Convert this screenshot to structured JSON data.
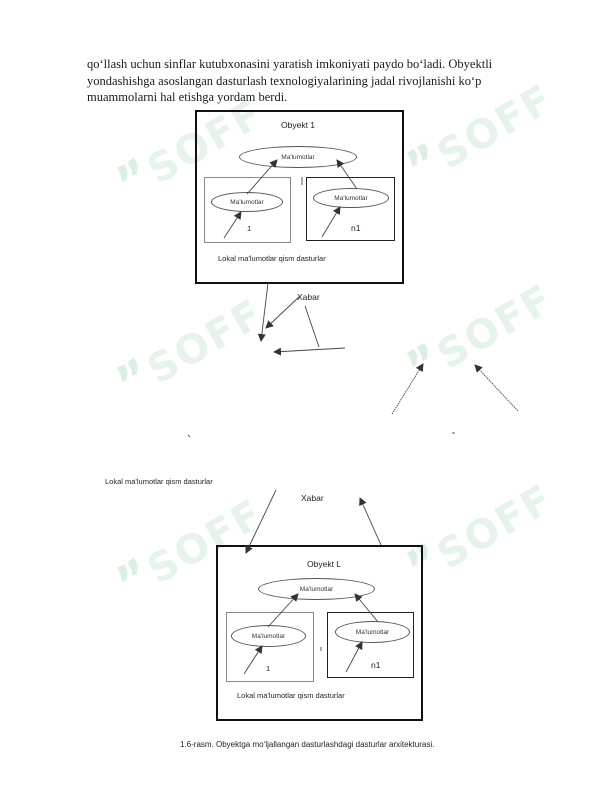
{
  "paragraph": {
    "lines": [
      "qo‘llash uchun sinflar kutubxonasini yaratish imkoniyati paydo bo‘ladi. Obyektli",
      "yondashishga asoslangan dasturlash texnologiyalarining jadal rivojlanishi ko‘p",
      "muammolarni hal etishga yordam berdi."
    ]
  },
  "watermark": "SOFF",
  "figure_top": {
    "object_title": "Obyekt 1",
    "top_oval": "Ma'lumotlar",
    "left_oval": "Ma'lumotlar",
    "right_oval": "Ma'lumotlar",
    "left_index": "1",
    "right_index": "n1",
    "local_label": "Lokal ma'lumotlar qism dasturlar",
    "message_label": "Xabar"
  },
  "figure_bottom": {
    "outside_local_label": "Lokal ma'lumotlar qism dasturlar",
    "message_label": "Xabar",
    "object_title": "Obyekt L",
    "top_oval": "Ma'lumotlar",
    "left_oval": "Ma'lumotlar",
    "right_oval": "Ma'lumotlar",
    "left_index": "1",
    "right_index": "n1",
    "local_label": "Lokal ma'lumotlar qism dasturlar"
  },
  "caption": "1.6-rasm. Obyektga mo‘ljallangan dasturlashdagi dasturlar arxitekturasi."
}
